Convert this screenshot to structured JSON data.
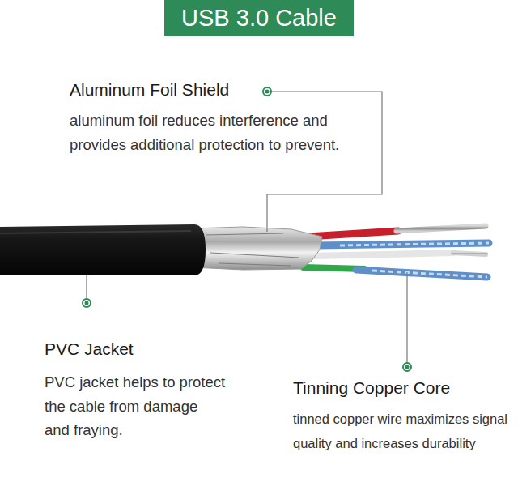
{
  "diagram": {
    "title": "USB 3.0 Cable",
    "labels": [
      "Aluminum Foil Shield",
      "aluminum foil reduces interference and provides additional protection to prevent.",
      "PVC Jacket",
      "PVC jacket helps to protect the cable from damage and fraying.",
      "Tinning Copper Core",
      "tinned copper wire maximizes signal quality and increases durability"
    ]
  }
}
